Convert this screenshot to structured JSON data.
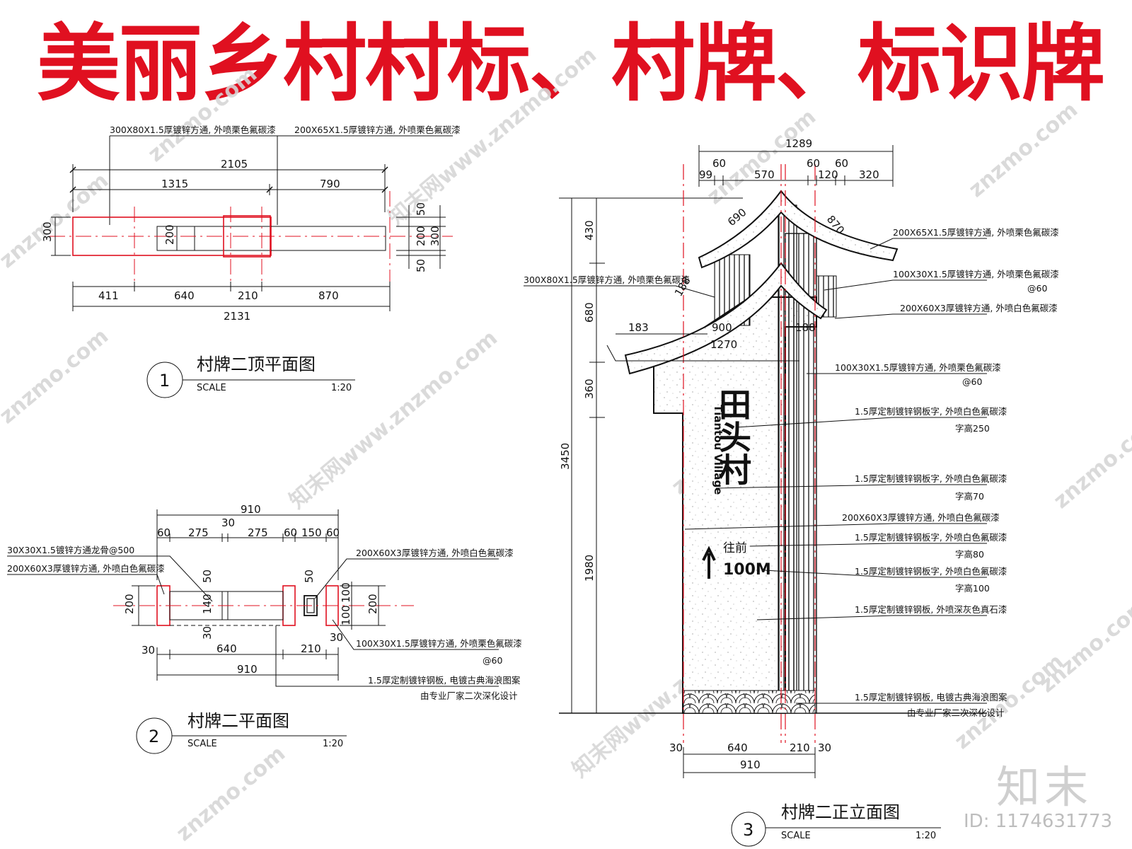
{
  "title": "美丽乡村村标、村牌、标识牌",
  "watermark": {
    "site": "znzmo.com",
    "brand": "知末",
    "cn_site": "知末网www.znzmo.com",
    "id_text": "ID: 1174631773"
  },
  "colors": {
    "title_red": "#e01020",
    "axis_red": "#e01020",
    "line": "#111111",
    "watermark": "#cfcfcf"
  },
  "plan_top": {
    "number": "1",
    "title": "村牌二顶平面图",
    "scale_label": "SCALE",
    "scale_value": "1:20",
    "notes": [
      "300X80X1.5厚镀锌方通, 外喷栗色氟碳漆",
      "200X65X1.5厚镀锌方通, 外喷栗色氟碳漆"
    ],
    "dims": {
      "d2105": "2105",
      "d1315": "1315",
      "d790": "790",
      "d411": "411",
      "d640": "640",
      "d210": "210",
      "d870": "870",
      "d2131": "2131",
      "d300l": "300",
      "d200l": "200",
      "d50a": "50",
      "d200r": "200",
      "d300r": "300",
      "d50b": "50"
    }
  },
  "plan_2": {
    "number": "2",
    "title": "村牌二平面图",
    "scale_label": "SCALE",
    "scale_value": "1:20",
    "notes": [
      "30X30X1.5镀锌方通龙骨@500",
      "200X60X3厚镀锌方通, 外喷白色氟碳漆",
      "200X60X3厚镀锌方通, 外喷白色氟碳漆",
      "100X30X1.5厚镀锌方通, 外喷栗色氟碳漆",
      "@60",
      "1.5厚定制镀锌钢板, 电镀古典海浪图案",
      "由专业厂家二次深化设计"
    ],
    "dims": {
      "d910t": "910",
      "d30t": "30",
      "d60a": "60",
      "d275a": "275",
      "d275b": "275",
      "d60b": "60",
      "d150": "150",
      "d60c": "60",
      "d200l": "200",
      "d50a": "50",
      "d140": "140",
      "d30a": "30",
      "d50b": "50",
      "d100a": "100",
      "d100b": "100",
      "d200r": "200",
      "d30b": "30",
      "d30c": "30",
      "d640": "640",
      "d210": "210",
      "d910b": "910"
    }
  },
  "elevation": {
    "number": "3",
    "title": "村牌二正立面图",
    "scale_label": "SCALE",
    "scale_value": "1:20",
    "sign_name": "田头村",
    "sign_en": "Tiantou Village",
    "direction": "往前",
    "distance": "100M",
    "notes": [
      "200X65X1.5厚镀锌方通, 外喷栗色氟碳漆",
      "100X30X1.5厚镀锌方通, 外喷栗色氟碳漆",
      "@60",
      "200X60X3厚镀锌方通, 外喷白色氟碳漆",
      "300X80X1.5厚镀锌方通, 外喷栗色氟碳漆",
      "100X30X1.5厚镀锌方通, 外喷栗色氟碳漆",
      "@60",
      "1.5厚定制镀锌钢板字, 外喷白色氟碳漆",
      "字高250",
      "1.5厚定制镀锌钢板字, 外喷白色氟碳漆",
      "字高70",
      "200X60X3厚镀锌方通, 外喷白色氟碳漆",
      "1.5厚定制镀锌钢板字, 外喷白色氟碳漆",
      "字高80",
      "1.5厚定制镀锌钢板字, 外喷白色氟碳漆",
      "字高100",
      "1.5厚定制镀锌钢板, 外喷深灰色真石漆",
      "1.5厚定制镀锌钢板, 电镀古典海浪图案",
      "由专业厂家二次深化设计"
    ],
    "dims": {
      "d1289": "1289",
      "d60a": "60",
      "d60b": "60",
      "d60c": "60",
      "d99": "99",
      "d570": "570",
      "d120": "120",
      "d320": "320",
      "d690": "690",
      "d870": "870",
      "d430": "430",
      "d680": "680",
      "d360": "360",
      "d1980": "1980",
      "d3450": "3450",
      "d188a": "188",
      "d183": "183",
      "d900": "900",
      "d188b": "188",
      "d1270": "1270",
      "d30a": "30",
      "d640": "640",
      "d210": "210",
      "d30b": "30",
      "d910": "910"
    }
  }
}
